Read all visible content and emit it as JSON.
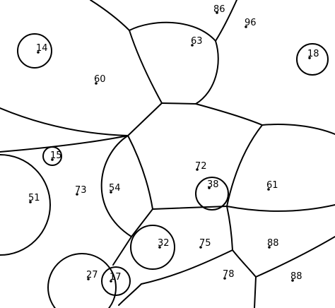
{
  "diagram": {
    "stroke_color": "#000000",
    "background_color": "#ffffff",
    "regions": [
      {
        "key": "r86",
        "label": "86"
      },
      {
        "key": "r96",
        "label": "96"
      },
      {
        "key": "r63",
        "label": "63"
      },
      {
        "key": "r14",
        "label": "14"
      },
      {
        "key": "r18",
        "label": "18"
      },
      {
        "key": "r60",
        "label": "60"
      },
      {
        "key": "r15",
        "label": "15"
      },
      {
        "key": "r72",
        "label": "72"
      },
      {
        "key": "r38",
        "label": "38"
      },
      {
        "key": "r61",
        "label": "61"
      },
      {
        "key": "r51",
        "label": "51"
      },
      {
        "key": "r73",
        "label": "73"
      },
      {
        "key": "r54",
        "label": "54"
      },
      {
        "key": "r32",
        "label": "32"
      },
      {
        "key": "r75",
        "label": "75"
      },
      {
        "key": "r88a",
        "label": "88"
      },
      {
        "key": "r27",
        "label": "27"
      },
      {
        "key": "r17",
        "label": "17"
      },
      {
        "key": "r78",
        "label": "78"
      },
      {
        "key": "r88b",
        "label": "88"
      }
    ]
  }
}
